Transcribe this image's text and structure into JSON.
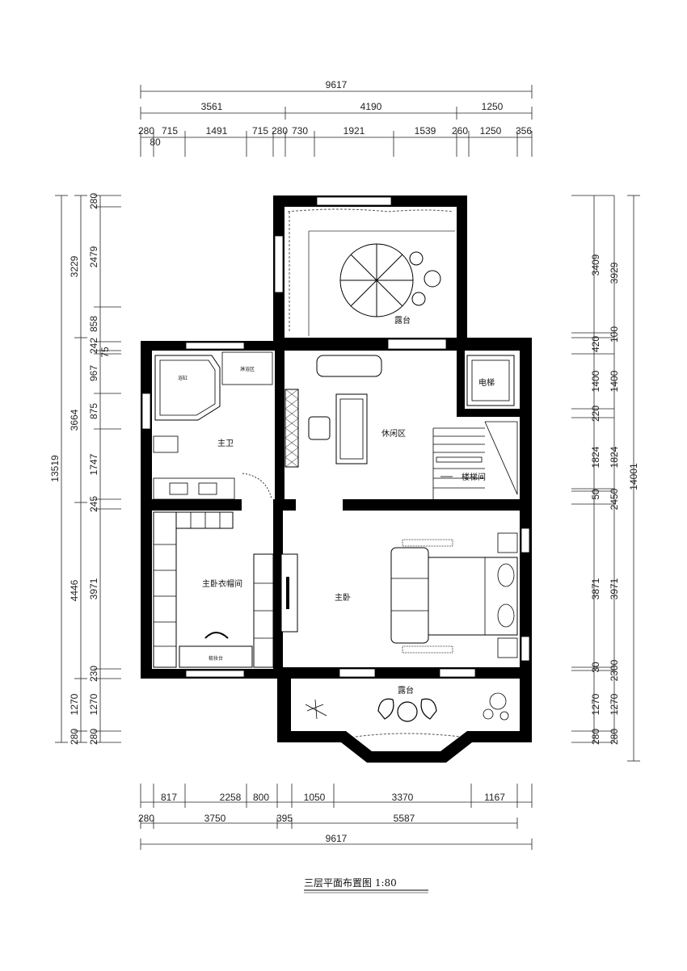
{
  "plan": {
    "caption": "三层平面布置图  1:80",
    "rooms": {
      "terrace_top": "露台",
      "terrace_bottom": "露台",
      "master_bath": "主卫",
      "bathtub": "浴缸",
      "shower": "淋浴区",
      "lounge": "休闲区",
      "elevator": "电梯",
      "stairwell": "楼梯间",
      "master_bedroom": "主卧",
      "closet": "主卧衣帽间",
      "dresser": "梳妆台"
    },
    "dims_top": {
      "total": "9617",
      "row2": [
        "3561",
        "4190",
        "1250"
      ],
      "row3": [
        "280",
        "715",
        "1491",
        "715",
        "280",
        "730",
        "1921",
        "1539",
        "260",
        "1250",
        "356"
      ],
      "row3b": "80"
    },
    "dims_bottom": {
      "row1": [
        "817",
        "2258",
        "800",
        "1050",
        "3370",
        "1167"
      ],
      "row2": [
        "280",
        "3750",
        "395",
        "5587"
      ],
      "total": "9617"
    },
    "dims_left": {
      "total": "13519",
      "col2": [
        "3229",
        "3664",
        "4446",
        "1270",
        "280"
      ],
      "col3": [
        "280",
        "2479",
        "858",
        "242",
        "75",
        "967",
        "875",
        "1747",
        "245",
        "3971",
        "230",
        "1270",
        "280"
      ]
    },
    "dims_right": {
      "total": "14001",
      "col2": [
        "3929",
        "100",
        "1400",
        "1824",
        "2450",
        "3971",
        "2300",
        "1270",
        "280"
      ],
      "col3": [
        "3409",
        "420",
        "1400",
        "220",
        "1824",
        "50",
        "3871",
        "30",
        "1270",
        "280"
      ]
    }
  }
}
